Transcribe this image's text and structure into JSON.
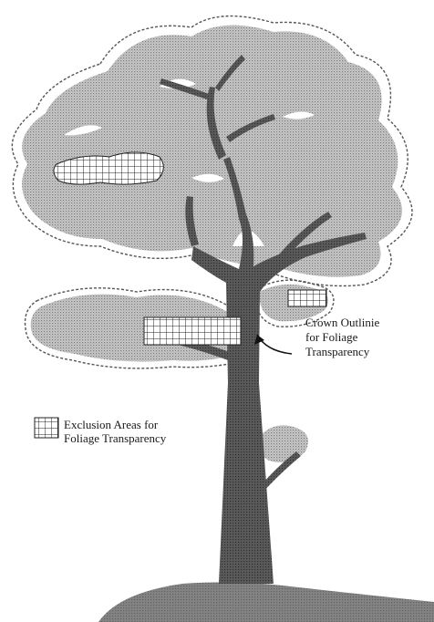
{
  "diagram": {
    "labels": {
      "crown_outline": [
        "Crown Outlinie",
        "for Foliage",
        "Transparency"
      ],
      "exclusion_areas": [
        "Exclusion Areas for",
        "Foliage Transparency"
      ]
    },
    "colors": {
      "foliage": "#c2c2c2",
      "trunk": "#555555",
      "outline": "#555555",
      "hatch": "#222222",
      "ground": "#8a8a8a"
    }
  }
}
